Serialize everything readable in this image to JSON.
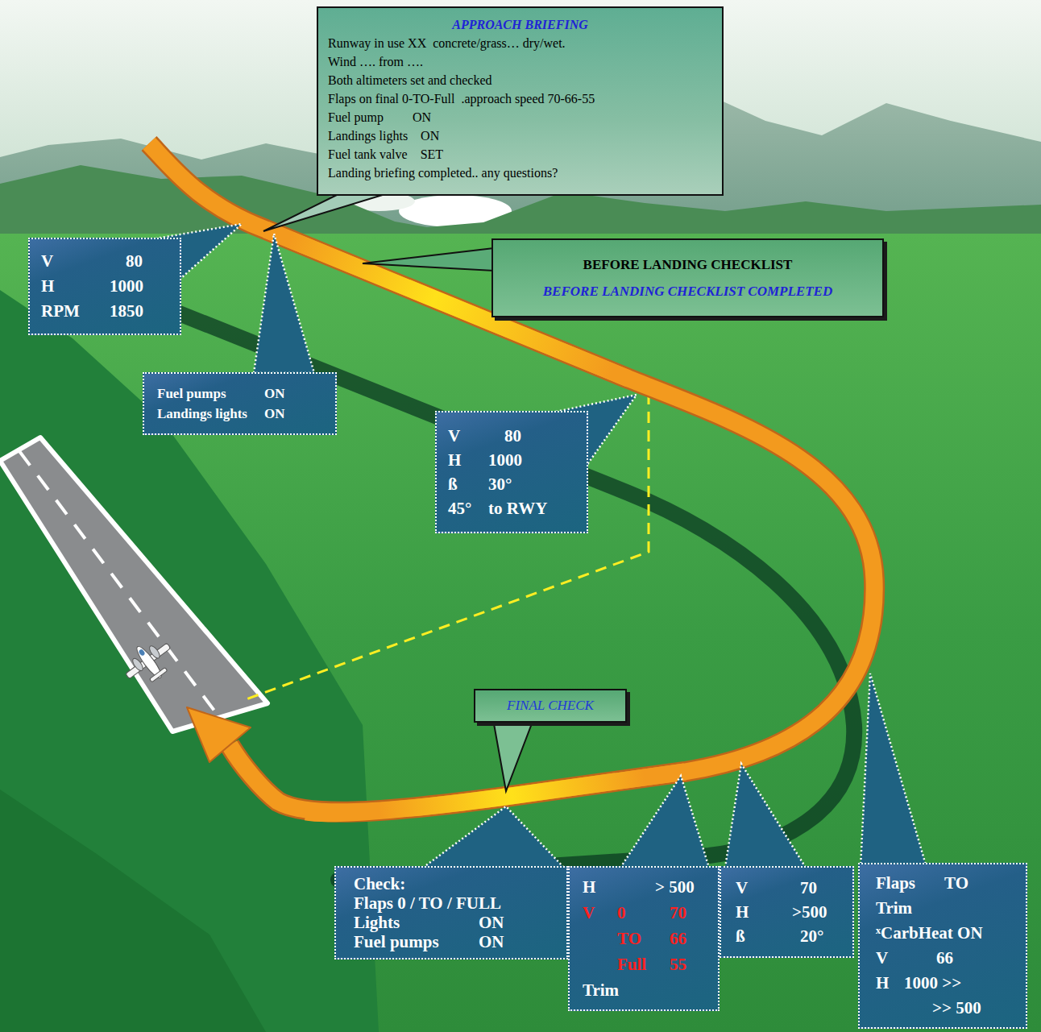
{
  "diagram": {
    "nodes": [
      {
        "text": [
          "APPROACH BRIEFING",
          "Runway in use XX  concrete/grass… dry/wet.",
          "Wind …. from ….",
          "Both altimeters set and checked",
          "Flaps on final 0-TO-Full  .approach speed 70-66-55",
          "Fuel pump         ON",
          "Landings lights    ON",
          "Fuel tank valve    SET",
          "Landing briefing completed.. any questions?"
        ]
      },
      {
        "text": [
          "V",
          "80",
          "H",
          "1000",
          "RPM",
          "1850"
        ]
      },
      {
        "text": [
          "BEFORE LANDING CHECKLIST",
          "BEFORE LANDING CHECKLIST COMPLETED"
        ]
      },
      {
        "text": [
          "Fuel pumps",
          "ON",
          "Landings lights",
          "ON"
        ]
      },
      {
        "text": [
          "V",
          "80",
          "H",
          "1000",
          "ß",
          "30°",
          "45°",
          "to RWY"
        ]
      },
      {
        "text": [
          "FINAL CHECK"
        ]
      },
      {
        "text": [
          "Check:",
          "Flaps 0 / TO / FULL",
          "Lights",
          "ON",
          "Fuel pumps",
          "ON"
        ]
      },
      {
        "text": [
          "H",
          "> 500",
          "V",
          "0",
          "70",
          "TO",
          "66",
          "Full",
          "55",
          "Trim"
        ]
      },
      {
        "text": [
          "V",
          "70",
          "H",
          ">500",
          "ß",
          "20°"
        ]
      },
      {
        "text": [
          "Flaps",
          "TO",
          "Trim",
          "ˣCarbHeat ON",
          "V",
          "66",
          "H",
          "1000 >>",
          ">> 500"
        ]
      }
    ]
  }
}
